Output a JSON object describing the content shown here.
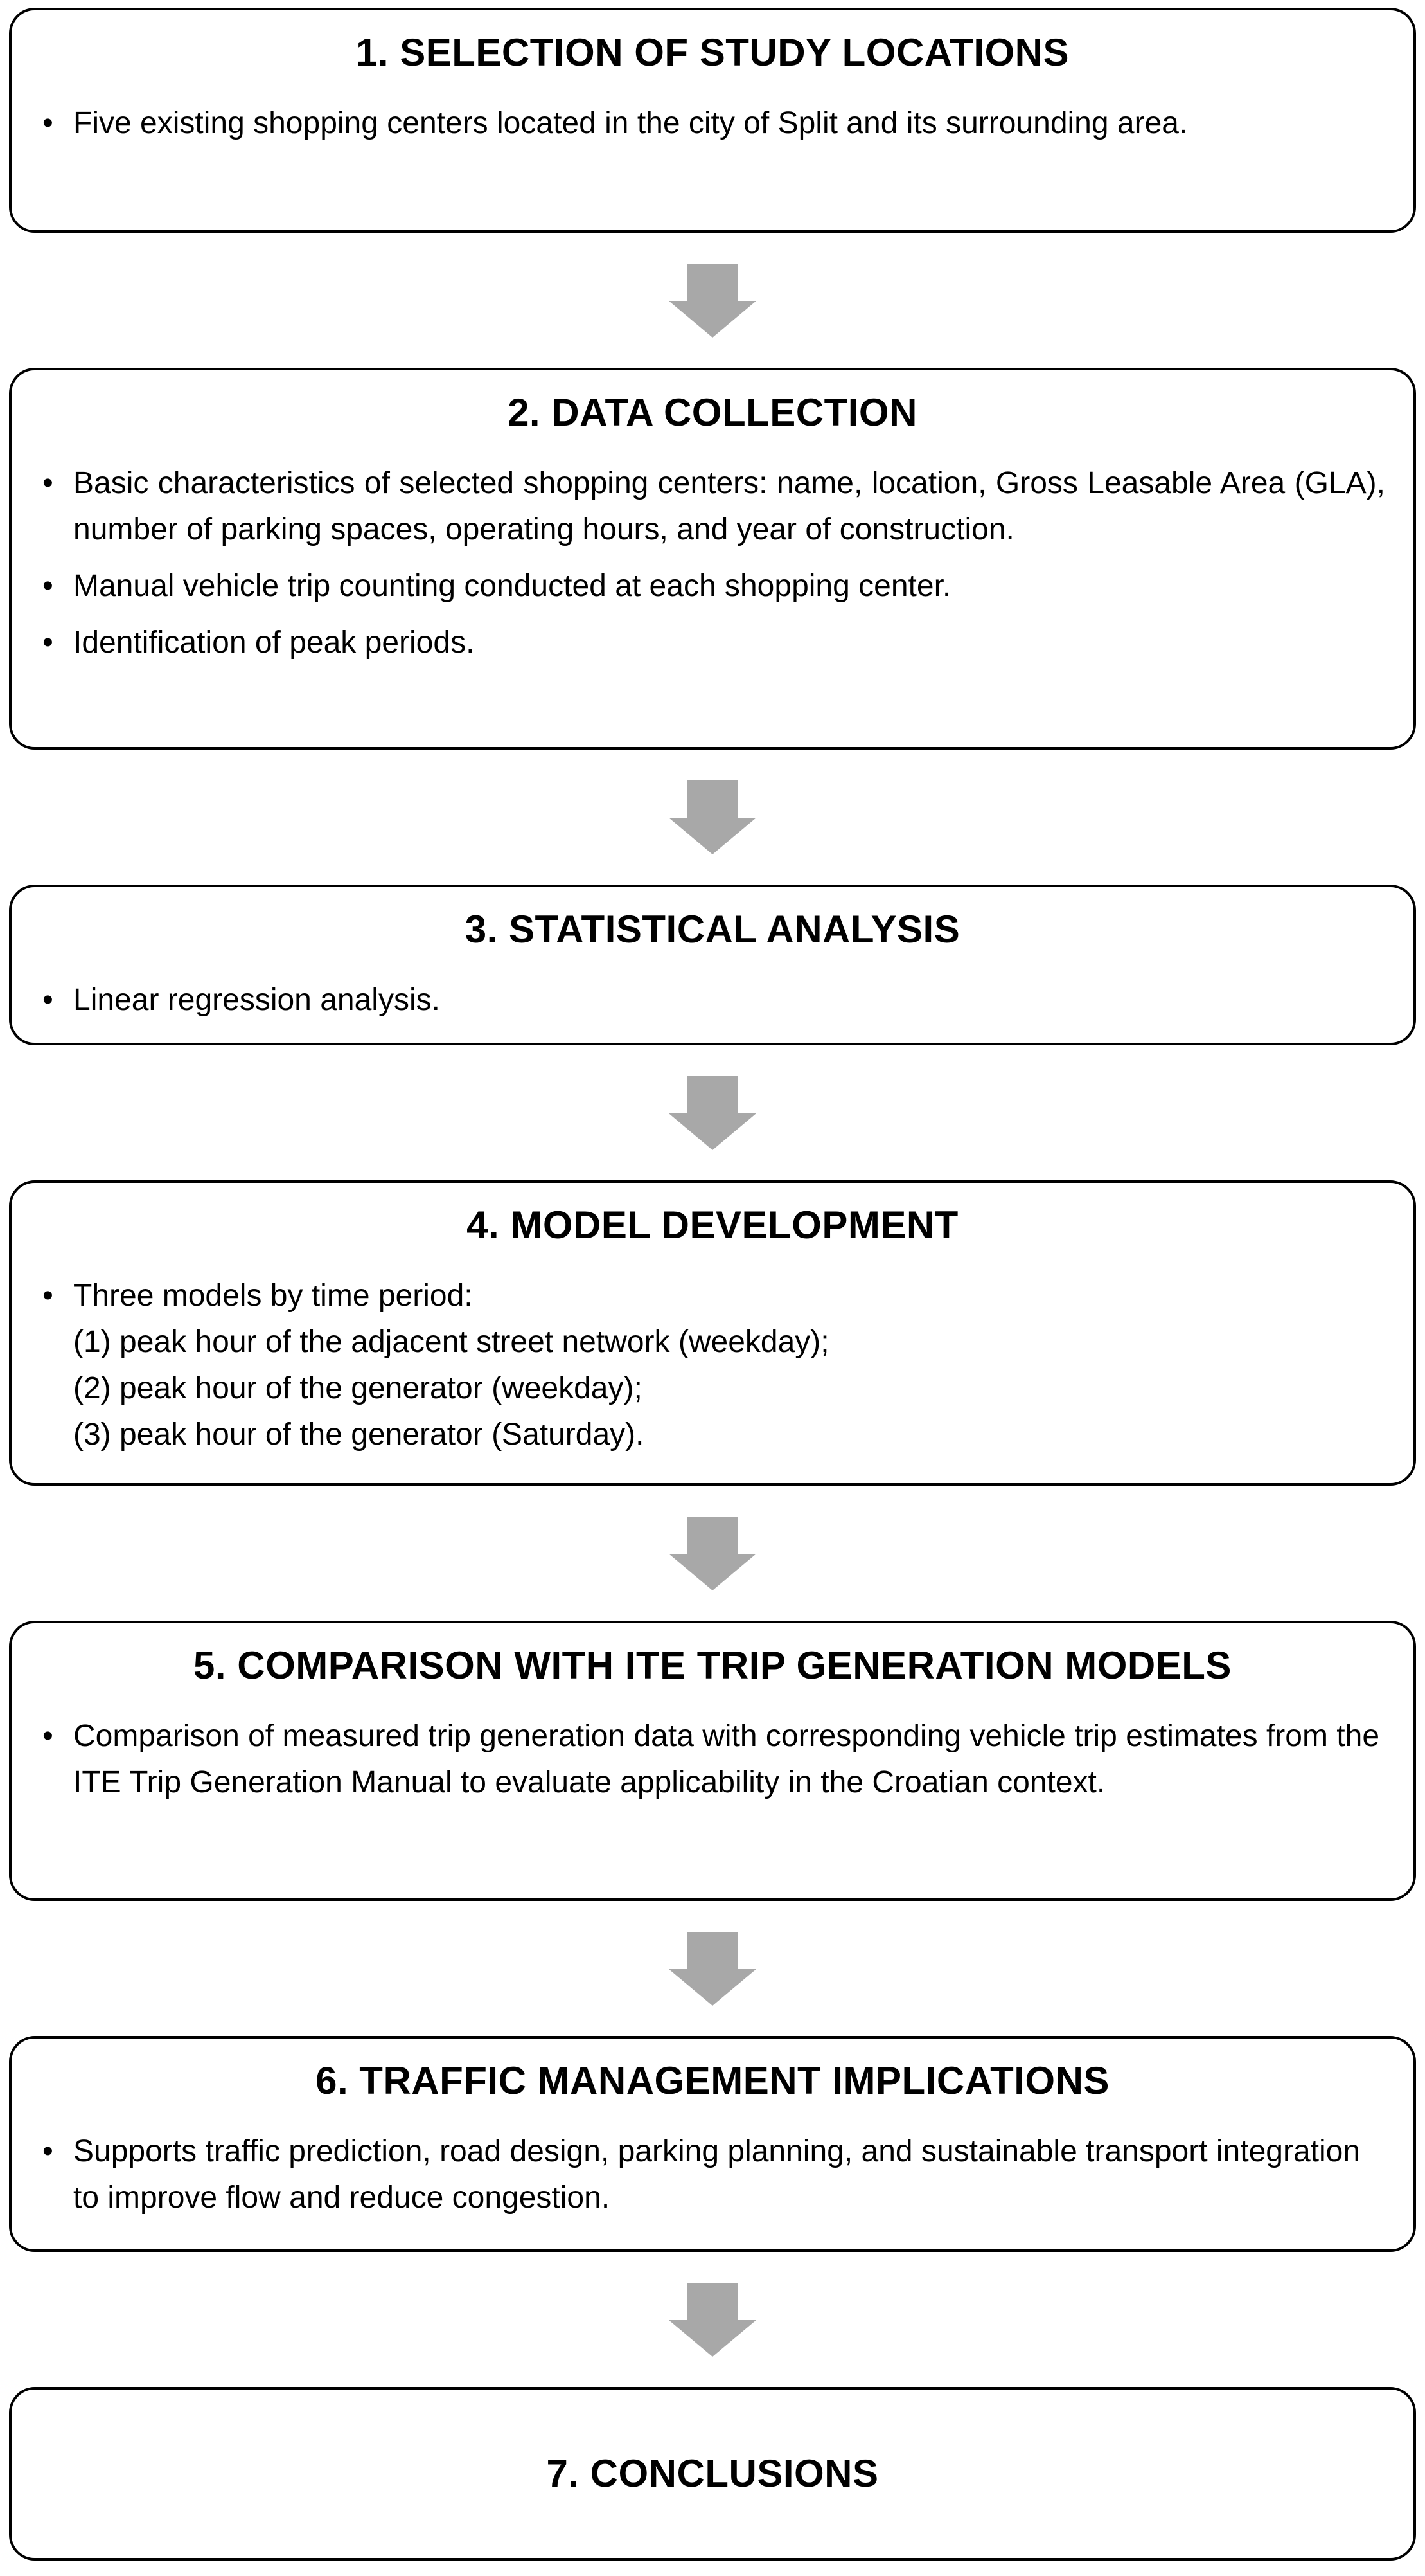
{
  "theme": {
    "background_color": "#ffffff",
    "box_border_color": "#000000",
    "text_color": "#000000",
    "arrow_color": "#a8a8a8",
    "bullet_char": "•"
  },
  "flowchart": {
    "boxes": [
      {
        "title": "1. SELECTION OF STUDY LOCATIONS",
        "bullets": [
          "Five existing shopping centers located in the city of Split and its surrounding area."
        ]
      },
      {
        "title": "2. DATA COLLECTION",
        "bullets": [
          "Basic characteristics of selected shopping centers: name, location, Gross Leasable Area (GLA), number of parking spaces, operating hours, and year of construction.",
          "Manual vehicle trip counting conducted at each shopping center.",
          "Identification of peak periods."
        ]
      },
      {
        "title": "3. STATISTICAL ANALYSIS",
        "bullets": [
          "Linear regression analysis."
        ]
      },
      {
        "title": "4. MODEL DEVELOPMENT",
        "bullets": [
          "Three models by time period:"
        ],
        "sublines": [
          "(1) peak hour of the adjacent street network (weekday);",
          "(2) peak hour of the generator (weekday);",
          "(3) peak hour of the generator (Saturday)."
        ]
      },
      {
        "title": "5. COMPARISON WITH ITE TRIP GENERATION MODELS",
        "bullets": [
          "Comparison of measured trip generation data with corresponding vehicle trip estimates from the ITE Trip Generation Manual to evaluate applicability in the Croatian context."
        ]
      },
      {
        "title": "6. TRAFFIC MANAGEMENT IMPLICATIONS",
        "bullets": [
          "Supports traffic prediction, road design, parking planning, and sustainable transport integration to improve flow and reduce congestion."
        ]
      },
      {
        "title": "7. CONCLUSIONS",
        "bullets": []
      }
    ]
  }
}
